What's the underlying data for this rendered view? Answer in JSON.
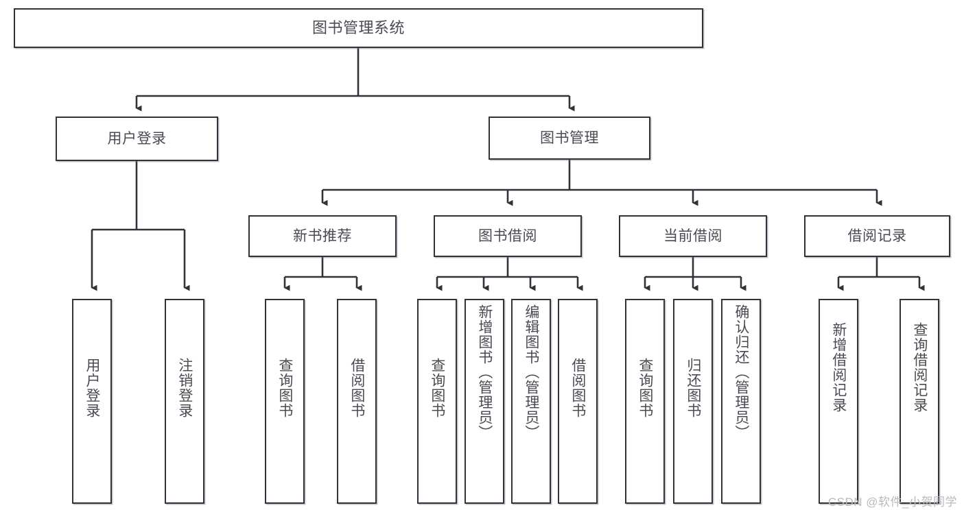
{
  "diagram": {
    "title": "图书管理系统",
    "type": "hierarchy-tree",
    "watermark": "CSDN @软件_小贺同学",
    "colors": {
      "stroke": "#32323a",
      "text": "#4a4a52",
      "background": "#ffffff",
      "watermark": "#b9b9bd"
    },
    "root": {
      "label": "图书管理系统"
    },
    "level1": [
      {
        "label": "用户登录"
      },
      {
        "label": "图书管理"
      }
    ],
    "level2": [
      {
        "label": "新书推荐"
      },
      {
        "label": "图书借阅"
      },
      {
        "label": "当前借阅"
      },
      {
        "label": "借阅记录"
      }
    ],
    "leaves": {
      "user_login": [
        {
          "label": "用户登录"
        },
        {
          "label": "注销登录"
        }
      ],
      "new_book": [
        {
          "label": "查询图书"
        },
        {
          "label": "借阅图书"
        }
      ],
      "book_borrow": [
        {
          "label": "查询图书"
        },
        {
          "label": "新增图书（管理员）"
        },
        {
          "label": "编辑图书（管理员）"
        },
        {
          "label": "借阅图书"
        }
      ],
      "current_borrow": [
        {
          "label": "查询图书"
        },
        {
          "label": "归还图书"
        },
        {
          "label": "确认归还（管理员）"
        }
      ],
      "borrow_record": [
        {
          "label": "新增借阅记录"
        },
        {
          "label": "查询借阅记录"
        }
      ]
    }
  }
}
